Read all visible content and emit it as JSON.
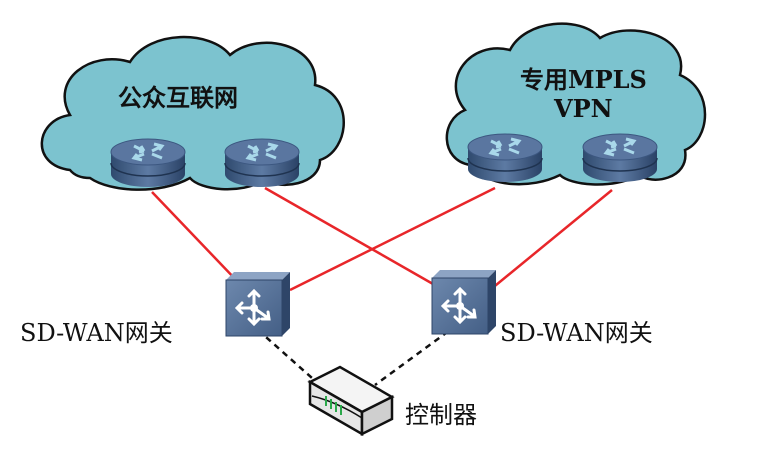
{
  "clouds": [
    {
      "label": "公众互联网",
      "color": "#7cc3cf"
    },
    {
      "label_line1": "专用MPLS",
      "label_line2": "VPN",
      "color": "#7cc3cf"
    }
  ],
  "gateways": [
    {
      "label": "SD-WAN网关"
    },
    {
      "label": "SD-WAN网关"
    }
  ],
  "controller": {
    "label": "控制器"
  },
  "colors": {
    "link": "#e8262a",
    "control_link": "#111111",
    "device": "#4d6a8f"
  }
}
